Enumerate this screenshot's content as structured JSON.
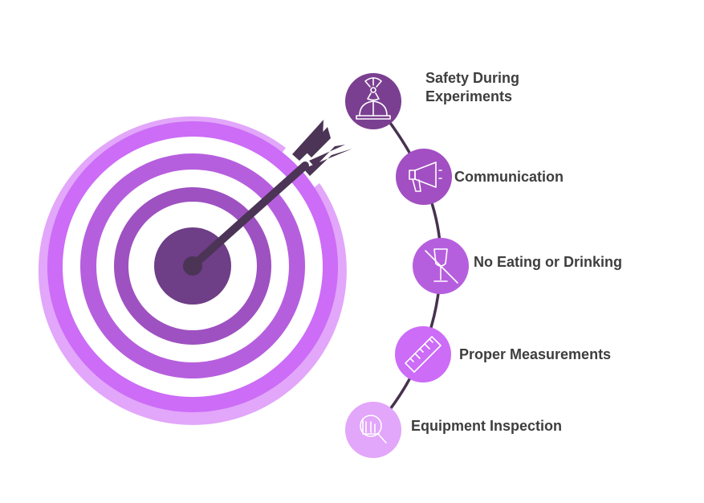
{
  "colors": {
    "outer_ring": "#e2a6fa",
    "ring_2": "#cc6cf7",
    "ring_3": "#b65fde",
    "ring_4": "#9e51c1",
    "bullseye": "#6e3e87",
    "arrow": "#4b3455",
    "connector": "#46324f",
    "text": "#3e3e3e",
    "icon_stroke": "#ffffff"
  },
  "items": [
    {
      "label_lines": [
        "Safety During",
        "Experiments"
      ],
      "icon": "hard-hat-radiation-icon",
      "color": "#7b3f91"
    },
    {
      "label_lines": [
        "Communication"
      ],
      "icon": "megaphone-icon",
      "color": "#a24fc3"
    },
    {
      "label_lines": [
        "No Eating or Drinking"
      ],
      "icon": "no-drink-icon",
      "color": "#b65fde"
    },
    {
      "label_lines": [
        "Proper Measurements"
      ],
      "icon": "ruler-icon",
      "color": "#cc6cf7"
    },
    {
      "label_lines": [
        "Equipment Inspection"
      ],
      "icon": "inspection-magnifier-icon",
      "color": "#e2a6fa"
    }
  ]
}
